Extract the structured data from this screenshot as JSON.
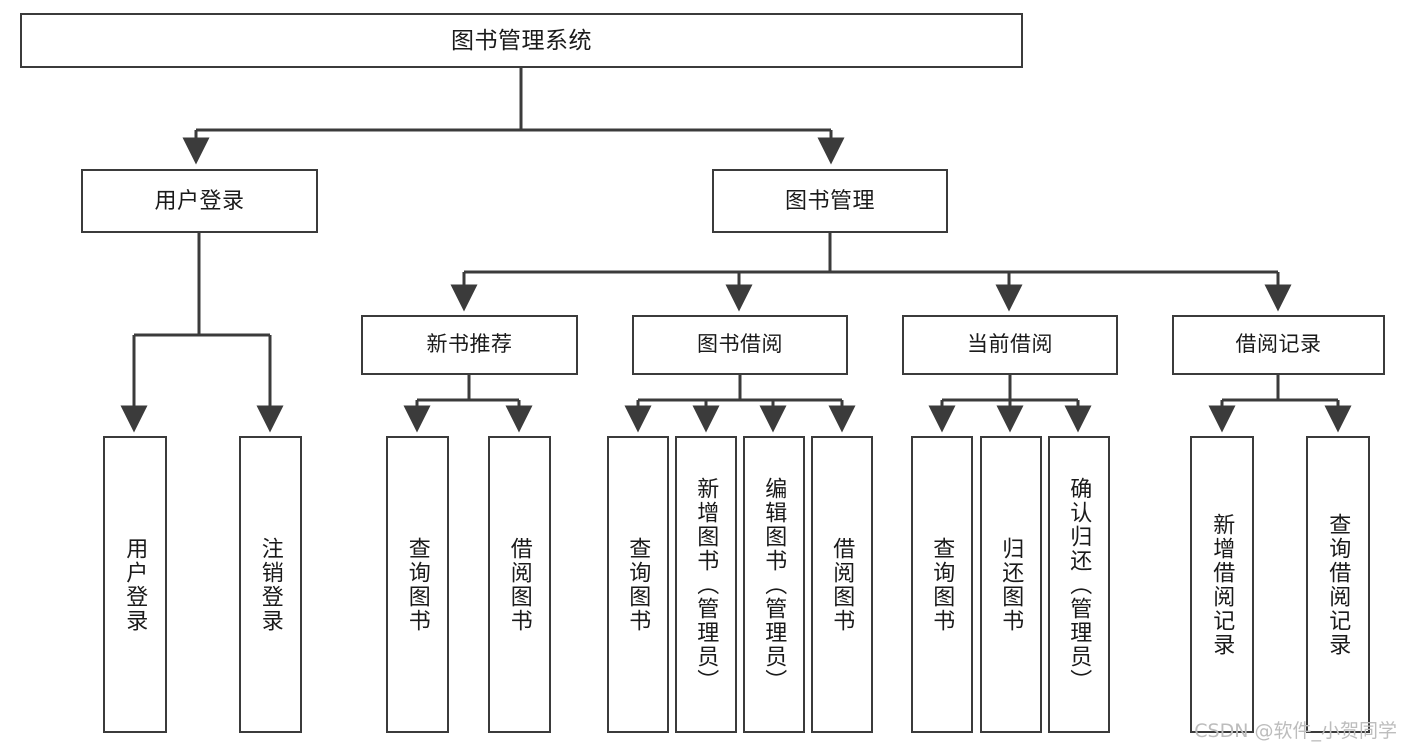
{
  "diagram": {
    "title": "图书管理系统",
    "watermark": "CSDN @软件_小贺同学",
    "colors": {
      "stroke": "#3b3b3b",
      "text": "#1a1a1a",
      "background": "#ffffff",
      "watermark": "#bdbdbd"
    },
    "root": {
      "label": "图书管理系统"
    },
    "level2": [
      {
        "label": "用户登录"
      },
      {
        "label": "图书管理"
      }
    ],
    "level3": [
      {
        "label": "新书推荐"
      },
      {
        "label": "图书借阅"
      },
      {
        "label": "当前借阅"
      },
      {
        "label": "借阅记录"
      }
    ],
    "leaves": {
      "user_login": [
        {
          "label": "用户登录"
        },
        {
          "label": "注销登录"
        }
      ],
      "new_book_recommend": [
        {
          "label": "查询图书"
        },
        {
          "label": "借阅图书"
        }
      ],
      "book_borrow": [
        {
          "label": "查询图书"
        },
        {
          "label": "新增图书（管理员）"
        },
        {
          "label": "编辑图书（管理员）"
        },
        {
          "label": "借阅图书"
        }
      ],
      "current_borrow": [
        {
          "label": "查询图书"
        },
        {
          "label": "归还图书"
        },
        {
          "label": "确认归还（管理员）"
        }
      ],
      "borrow_record": [
        {
          "label": "新增借阅记录"
        },
        {
          "label": "查询借阅记录"
        }
      ]
    }
  }
}
